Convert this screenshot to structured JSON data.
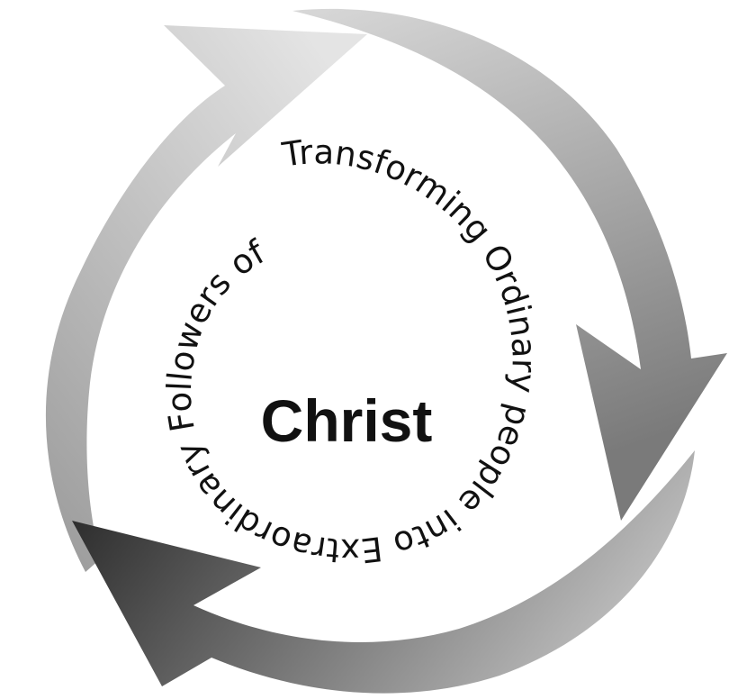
{
  "diagram": {
    "spiral_text": "Transforming Ordinary people into Extraordinary Followers of",
    "center_text": "Christ",
    "arrows": [
      {
        "name": "top-left-arrow",
        "gradient": [
          "#9a9a9a",
          "#e4e4e4"
        ]
      },
      {
        "name": "right-arrow",
        "gradient": [
          "#d8d8d8",
          "#7a7a7a"
        ]
      },
      {
        "name": "bottom-arrow",
        "gradient": [
          "#2e2e2e",
          "#c8c8c8"
        ]
      }
    ]
  }
}
